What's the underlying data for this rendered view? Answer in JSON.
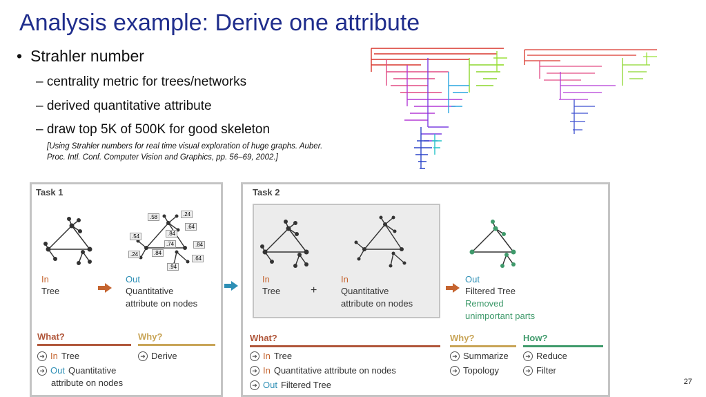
{
  "slide": {
    "title": "Analysis example: Derive one attribute",
    "bullet": "Strahler number",
    "bullet_marker": "•",
    "subbullets": [
      "– centrality metric for trees/networks",
      "– derived quantitative attribute",
      "– draw top 5K of 500K for good skeleton"
    ],
    "reference_line1": "[Using Strahler numbers for real time visual exploration of huge graphs. Auber.",
    "reference_line2": "Proc. Intl. Conf. Computer Vision and Graphics, pp. 56–69, 2002.]",
    "page_number": "27"
  },
  "task1": {
    "title": "Task 1",
    "in_label": "In",
    "in_value": "Tree",
    "out_label": "Out",
    "out_value1": "Quantitative",
    "out_value2": "attribute on nodes",
    "what_label": "What?",
    "why_label": "Why?",
    "what_item1_kw": "In",
    "what_item1": "Tree",
    "what_item2_kw": "Out",
    "what_item2a": "Quantitative",
    "what_item2b": "attribute on nodes",
    "why_item1": "Derive",
    "node_values": [
      ".58",
      ".24",
      ".64",
      ".84",
      ".54",
      ".74",
      ".84",
      ".24",
      ".84",
      ".64",
      ".94"
    ]
  },
  "task2": {
    "title": "Task 2",
    "in1_label": "In",
    "in1_value": "Tree",
    "plus": "+",
    "in2_label": "In",
    "in2_value1": "Quantitative",
    "in2_value2": "attribute on nodes",
    "out_label": "Out",
    "out_value": "Filtered Tree",
    "out_note1": "Removed",
    "out_note2": "unimportant parts",
    "what_label": "What?",
    "why_label": "Why?",
    "how_label": "How?",
    "what_item1_kw": "In",
    "what_item1": "Tree",
    "what_item2_kw": "In",
    "what_item2": "Quantitative attribute on nodes",
    "what_item3_kw": "Out",
    "what_item3": "Filtered Tree",
    "why_item1": "Summarize",
    "why_item2": "Topology",
    "how_item1": "Reduce",
    "how_item2": "Filter"
  },
  "colors": {
    "title": "#1f2d8c",
    "in": "#c5642f",
    "out": "#2e8fb5",
    "what": "#b0563a",
    "why": "#c8a456",
    "how": "#3f9a6b"
  },
  "icons": [
    "arrow-right-icon",
    "circle-arrow-icon",
    "tree-graph-icon",
    "plus-icon"
  ]
}
